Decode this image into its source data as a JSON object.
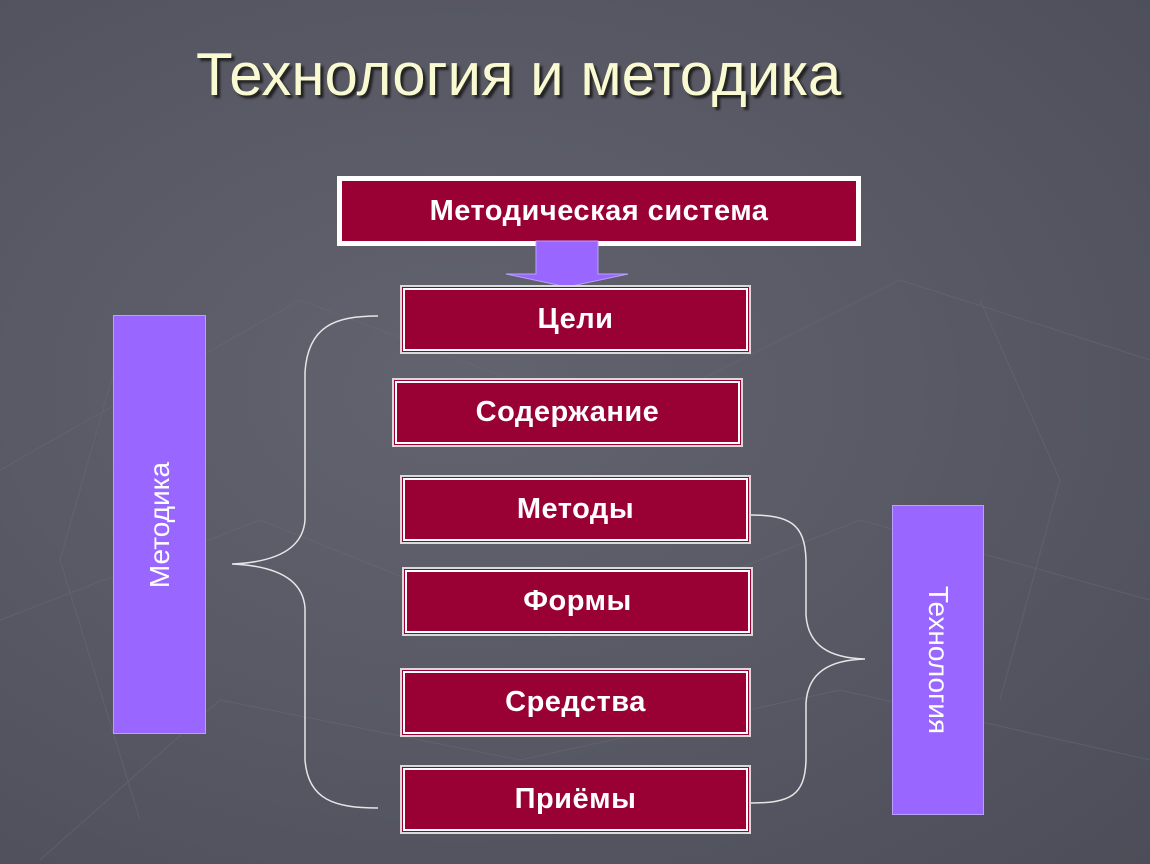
{
  "slide": {
    "title": "Технология и методика"
  },
  "diagram": {
    "top_box": "Методическая система",
    "items": [
      "Цели",
      "Содержание",
      "Методы",
      "Формы",
      "Средства",
      "Приёмы"
    ],
    "left_group": "Методика",
    "right_group": "Технология"
  },
  "colors": {
    "box_fill": "#990033",
    "box_border": "#ffffff",
    "group_fill": "#9966ff",
    "arrow_fill": "#9966ff",
    "title_text": "#fafad2",
    "background": "#595a66"
  }
}
